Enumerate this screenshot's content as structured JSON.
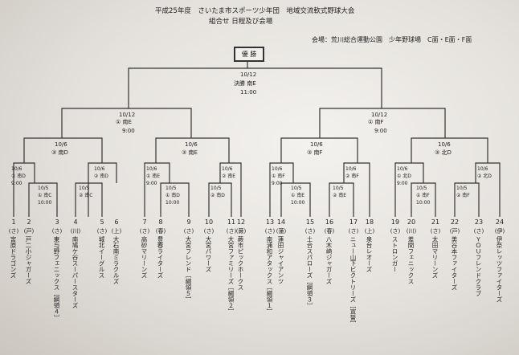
{
  "header": {
    "title": "平成25年度　さいたま市スポーツ少年団　地域交流軟式野球大会",
    "subtitle": "組合せ 日程及び会場",
    "venue": "会場：荒川総合運動公園　少年野球場　C面・E面・F面"
  },
  "final": {
    "winner_label": "優 勝",
    "date": "10/12",
    "round_field": "決勝 南E",
    "time": "11:00"
  },
  "semis": [
    {
      "date": "10/12",
      "field": "① 南E",
      "time": "9:00"
    },
    {
      "date": "10/12",
      "field": "① 南F",
      "time": "9:00"
    }
  ],
  "quarters": [
    {
      "date": "10/6",
      "field": "③ 南D"
    },
    {
      "date": "10/6",
      "field": "③ 南E"
    },
    {
      "date": "10/6",
      "field": "③ 南F"
    },
    {
      "date": "10/6",
      "field": "③ 北D"
    }
  ],
  "round2": [
    {
      "date": "10/6",
      "field": "① 南D",
      "time": "9:00"
    },
    {
      "date": "10/6",
      "field": "② 南D",
      "time": ""
    },
    {
      "date": "10/6",
      "field": "① 南E",
      "time": "9:00"
    },
    {
      "date": "10/6",
      "field": "② 南E",
      "time": ""
    },
    {
      "date": "10/6",
      "field": "① 南F",
      "time": "9:00"
    },
    {
      "date": "10/6",
      "field": "② 南F",
      "time": ""
    },
    {
      "date": "10/6",
      "field": "① 北D",
      "time": "9:00"
    },
    {
      "date": "10/6",
      "field": "② 北D",
      "time": ""
    }
  ],
  "round1": [
    {
      "date": "10/5",
      "field": "① 南C",
      "time": "10:00"
    },
    {
      "date": "10/5",
      "field": "② 南C",
      "time": ""
    },
    {
      "date": "10/5",
      "field": "① 南D",
      "time": "10:00"
    },
    {
      "date": "10/5",
      "field": "② 南D",
      "time": ""
    },
    {
      "date": "10/5",
      "field": "① 南E",
      "time": "10:00"
    },
    {
      "date": "10/5",
      "field": "② 南E",
      "time": ""
    },
    {
      "date": "10/5",
      "field": "① 南F",
      "time": "10:00"
    },
    {
      "date": "10/5",
      "field": "② 南F",
      "time": ""
    }
  ],
  "teams": [
    {
      "no": "1",
      "pref": "(さ)",
      "name": "宮原ドラゴンズ"
    },
    {
      "no": "2",
      "pref": "(戸)",
      "name": "戸二小ジャガーズ"
    },
    {
      "no": "3",
      "pref": "(さ)",
      "name": "東与野フェニックス［綱領４］"
    },
    {
      "no": "4",
      "pref": "(川)",
      "name": "南鳩ケ谷スーパースターズ"
    },
    {
      "no": "5",
      "pref": "(さ)",
      "name": "城北イーグルス"
    },
    {
      "no": "6",
      "pref": "(上)",
      "name": "大石南ミラクルズ"
    },
    {
      "no": "7",
      "pref": "(さ)",
      "name": "高砂マリーンズ"
    },
    {
      "no": "8",
      "pref": "(春)",
      "name": "豊春ライターズ"
    },
    {
      "no": "9",
      "pref": "(さ)",
      "name": "大宮フレンド［綱領５］"
    },
    {
      "no": "10",
      "pref": "(さ)",
      "name": "大宮パワーズ"
    },
    {
      "no": "11",
      "pref": "(さ)",
      "name": "大宮ファミリーズ［綱領２］"
    },
    {
      "no": "12",
      "pref": "(蕨)",
      "name": "蕨市ピックホークス"
    },
    {
      "no": "13",
      "pref": "(さ)",
      "name": "南浦和アタックス［綱領１］"
    },
    {
      "no": "14",
      "pref": "(蓮)",
      "name": "蓮田ジャイアンツ"
    },
    {
      "no": "15",
      "pref": "(さ)",
      "name": "土合スパローズ［綱領３］"
    },
    {
      "no": "16",
      "pref": "(春)",
      "name": "八木崎ジャガーズ"
    },
    {
      "no": "17",
      "pref": "(さ)",
      "name": "ニュー山下ビクトリーズ［宣誓］"
    },
    {
      "no": "18",
      "pref": "(上)",
      "name": "泉台レオーズ"
    },
    {
      "no": "19",
      "pref": "(さ)",
      "name": "ストロンガー"
    },
    {
      "no": "20",
      "pref": "(川)",
      "name": "差間フェニックス"
    },
    {
      "no": "21",
      "pref": "(さ)",
      "name": "太田マリーンズ"
    },
    {
      "no": "22",
      "pref": "(戸)",
      "name": "美谷本ファイターズ"
    },
    {
      "no": "23",
      "pref": "(さ)",
      "name": "ＹＯＵフレンドクラブ"
    },
    {
      "no": "24",
      "pref": "(伊)",
      "name": "伊奈レッツファイターズ"
    }
  ]
}
